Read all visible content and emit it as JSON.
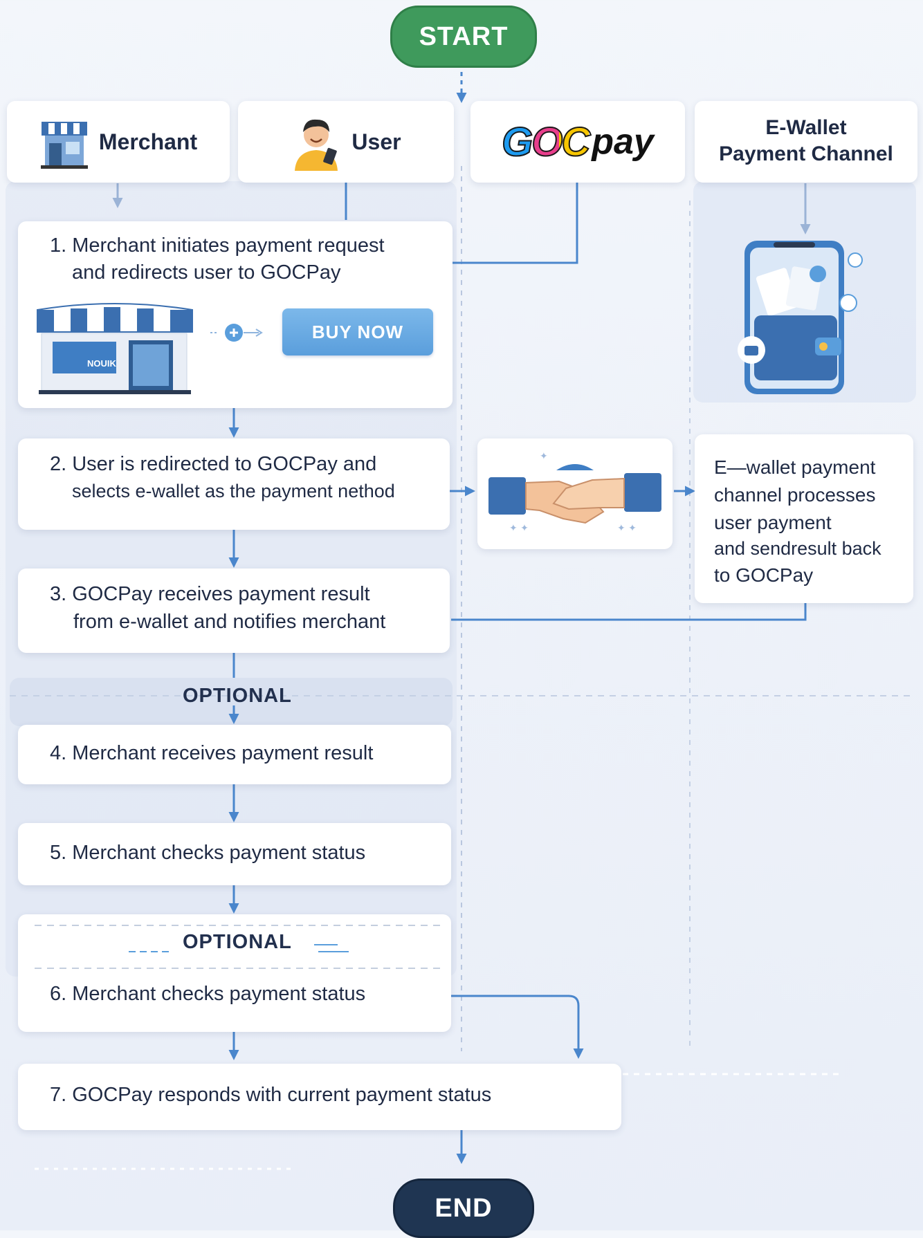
{
  "start_label": "START",
  "end_label": "END",
  "lanes": {
    "merchant": "Merchant",
    "user": "User",
    "gocpay_logo": "GOC",
    "gocpay_pay": "pay",
    "ewallet_line1": "E-Wallet",
    "ewallet_line2": "Payment Channel"
  },
  "steps": {
    "s1_line1": "1. Merchant initiates payment request",
    "s1_line2": "and redirects user to GOCPay",
    "buy_now": "BUY NOW",
    "shop_sign": "NOUIK",
    "s2_line1": "2. User is redirected to GOCPay and",
    "s2_line2": "selects e-wallet as the payment nethod",
    "s3_line1": "3. GOCPay receives payment result",
    "s3_line2": "from e-wallet and notifies merchant",
    "s4": "4. Merchant receives payment result",
    "s5": "5. Merchant checks payment status",
    "s6": "6. Merchant checks payment status",
    "s7": "7. GOCPay responds with current payment status",
    "ewallet_l1": "E—wallet payment",
    "ewallet_l2": "channel processes",
    "ewallet_l3": "user payment",
    "ewallet_l4": "and sendresult back",
    "ewallet_l5": "to GOCPay"
  },
  "optional_1": "OPTIONAL",
  "optional_2": "OPTIONAL",
  "colors": {
    "start": "#3f9a5c",
    "end": "#1f3552",
    "arrow": "#4a86cc",
    "accent": "#5a9edc"
  },
  "icons": [
    "store-icon",
    "user-avatar-icon",
    "gocpay-logo",
    "wallet-phone-icon",
    "handshake-icon",
    "shop-illustration"
  ]
}
